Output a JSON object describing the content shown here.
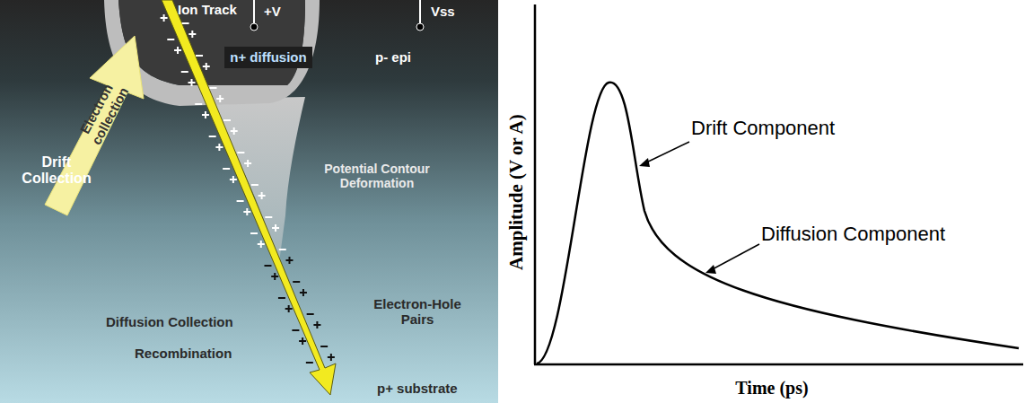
{
  "diagram": {
    "labels": [
      "Ion Track",
      "+V",
      "Vss",
      "n+ diffusion",
      "p- epi",
      "Electron collection",
      "Drift Collection",
      "Potential Contour Deformation",
      "Electron-Hole Pairs",
      "Diffusion Collection",
      "Recombination",
      "p+ substrate",
      "Drift Component",
      "Diffusion Component",
      "Amplitude (V or A)",
      "Time (ps)"
    ]
  }
}
